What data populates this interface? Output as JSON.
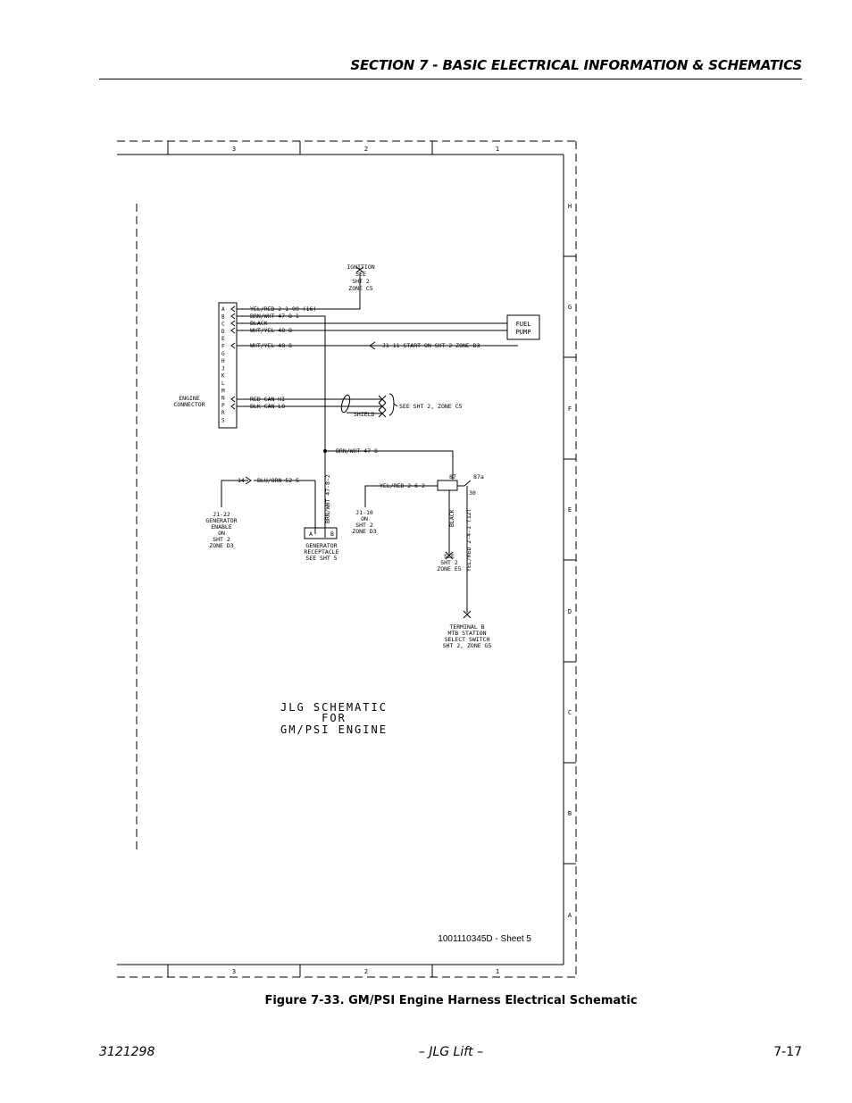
{
  "header": {
    "title": "SECTION 7 - BASIC ELECTRICAL INFORMATION & SCHEMATICS"
  },
  "frame": {
    "top_columns": [
      "3",
      "2",
      "1"
    ],
    "bottom_columns": [
      "3",
      "2",
      "1"
    ],
    "rows": [
      "H",
      "G",
      "F",
      "E",
      "D",
      "C",
      "B",
      "A"
    ]
  },
  "diagram": {
    "ignition": [
      "IGNITION",
      "SEE",
      "SHT 2",
      "ZONE C5"
    ],
    "connector_pins": [
      "A",
      "B",
      "C",
      "D",
      "E",
      "F",
      "G",
      "H",
      "J",
      "K",
      "L",
      "M",
      "N",
      "P",
      "R",
      "S"
    ],
    "engine_connector": [
      "ENGINE",
      "CONNECTOR"
    ],
    "wires": {
      "a": "YEL/RED 2-1-99 (16)",
      "b": "BRN/WHT 47-8-1",
      "c": "BLACK",
      "d": "WHT/YEL 48-8",
      "f": "WHT/YEL 48-8",
      "n": "RED CAN HI",
      "p": "BLK CAN LO"
    },
    "fuel_pump": [
      "FUEL",
      "PUMP"
    ],
    "j1_11": "J1-11 START ON SHT 2 ZONE D3",
    "shield": "SHIELD",
    "see_c5": "SEE SHT 2, ZONE C5",
    "brn_wht_47_8": "BRN/WHT 47-8",
    "relay": {
      "pin87": "87",
      "pin87a": "87a",
      "pin30": "30"
    },
    "yel_red_2_6_2": "YEL/RED 2-6-2",
    "j1_10": [
      "J1-10",
      "ON",
      "SHT 2",
      "ZONE D3"
    ],
    "black_vert": "BLACK",
    "see_e5": [
      "SEE",
      "SHT 2",
      "ZONE E5"
    ],
    "yel_red_2_4_1": "YEL/RED 2-4-1 (12)",
    "terminal_b": [
      "TERMINAL B",
      "MTB STATION",
      "SELECT SWITCH",
      "SHT 2, ZONE G5"
    ],
    "j1_22_pin": "14",
    "blu_orn": "BLU/ORN 52-5",
    "j1_22": [
      "J1-22",
      "GENERATOR",
      "ENABLE",
      "ON",
      "SHT 2",
      "ZONE D3"
    ],
    "brn_wht_47_8_2": "BRN/WHT 47-8-2",
    "receptacle_pins": [
      "A",
      "B"
    ],
    "generator_receptacle": [
      "GENERATOR",
      "RECEPTACLE",
      "SEE SHT 5"
    ],
    "schematic_title": [
      "JLG SCHEMATIC",
      "FOR",
      "GM/PSI ENGINE"
    ],
    "sheet_id": "1001110345D - Sheet 5"
  },
  "caption": "Figure 7-33.  GM/PSI Engine Harness Electrical Schematic",
  "footer": {
    "left": "3121298",
    "center": "– JLG Lift –",
    "right": "7-17"
  }
}
